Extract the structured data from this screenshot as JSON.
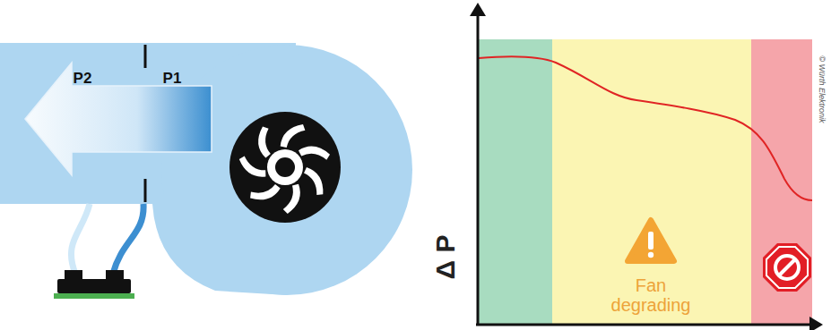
{
  "diagram": {
    "labels": [
      "P2",
      "P1",
      "Δ P",
      "Fan degrading",
      "© Würth Elektronik"
    ]
  }
}
